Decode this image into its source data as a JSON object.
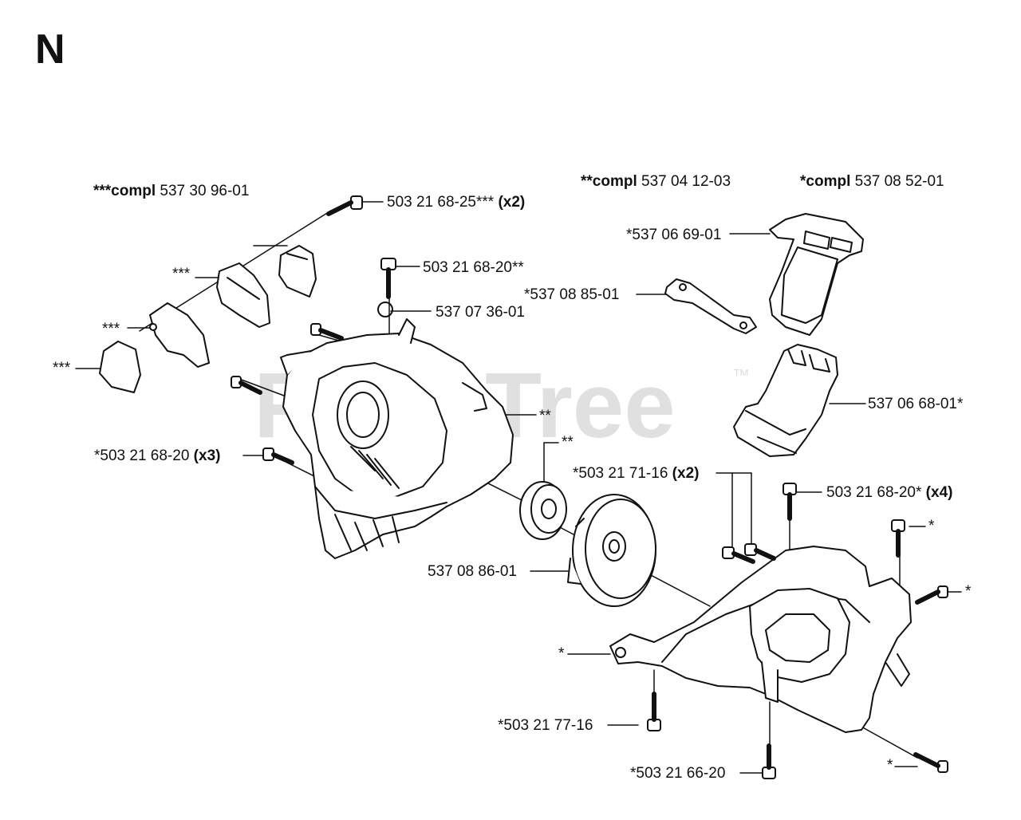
{
  "section": "N",
  "watermark": {
    "text": "PartsTree",
    "tm": "™"
  },
  "assemblies": [
    {
      "prefix": "***compl",
      "number": "537 30 96-01"
    },
    {
      "prefix": "**compl",
      "number": "537 04 12-03"
    },
    {
      "prefix": "*compl",
      "number": "537 08 52-01"
    }
  ],
  "labels": [
    {
      "text": "503 21 68-25***",
      "qty": "(x2)"
    },
    {
      "text": "503 21 68-20**",
      "qty": ""
    },
    {
      "text": "537 07 36-01",
      "qty": ""
    },
    {
      "text": "***",
      "qty": ""
    },
    {
      "text": "***",
      "qty": ""
    },
    {
      "text": "***",
      "qty": ""
    },
    {
      "text": "*503 21 68-20",
      "qty": "(x3)"
    },
    {
      "text": "**",
      "qty": ""
    },
    {
      "text": "**",
      "qty": ""
    },
    {
      "text": "*537 06 69-01",
      "qty": ""
    },
    {
      "text": "*537 08 85-01",
      "qty": ""
    },
    {
      "text": "537 06 68-01*",
      "qty": ""
    },
    {
      "text": "*503 21 71-16",
      "qty": "(x2)"
    },
    {
      "text": "503 21 68-20*",
      "qty": "(x4)"
    },
    {
      "text": "*",
      "qty": ""
    },
    {
      "text": "*",
      "qty": ""
    },
    {
      "text": "537 08 86-01",
      "qty": ""
    },
    {
      "text": "*",
      "qty": ""
    },
    {
      "text": "*503 21 77-16",
      "qty": ""
    },
    {
      "text": "*",
      "qty": ""
    },
    {
      "text": "*503 21 66-20",
      "qty": ""
    }
  ]
}
